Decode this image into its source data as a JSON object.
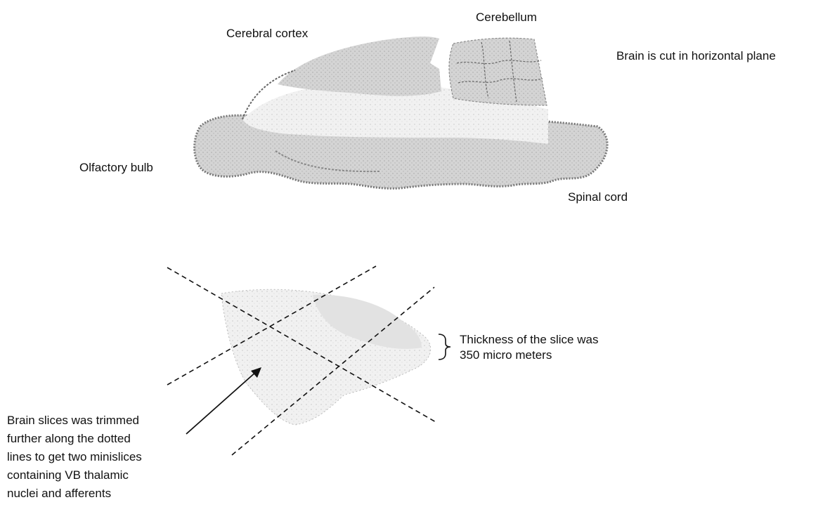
{
  "labels": {
    "cerebellum": "Cerebellum",
    "cerebral_cortex": "Cerebral cortex",
    "plane_note": "Brain is cut in horizontal plane",
    "olfactory_bulb": "Olfactory bulb",
    "spinal_cord": "Spinal cord",
    "thickness_line1": "Thickness of the slice was",
    "thickness_line2": "350 micro meters",
    "trim_note_lines": [
      "Brain slices was trimmed",
      "further along the dotted",
      "lines to get two minislices",
      "containing VB thalamic",
      "nuclei and afferents"
    ]
  },
  "colors": {
    "tissue_fill": "#cfcfcf",
    "tissue_edge": "#7a7a7a",
    "slice_fill": "#e9e9e9",
    "dashed_line": "#111111"
  }
}
